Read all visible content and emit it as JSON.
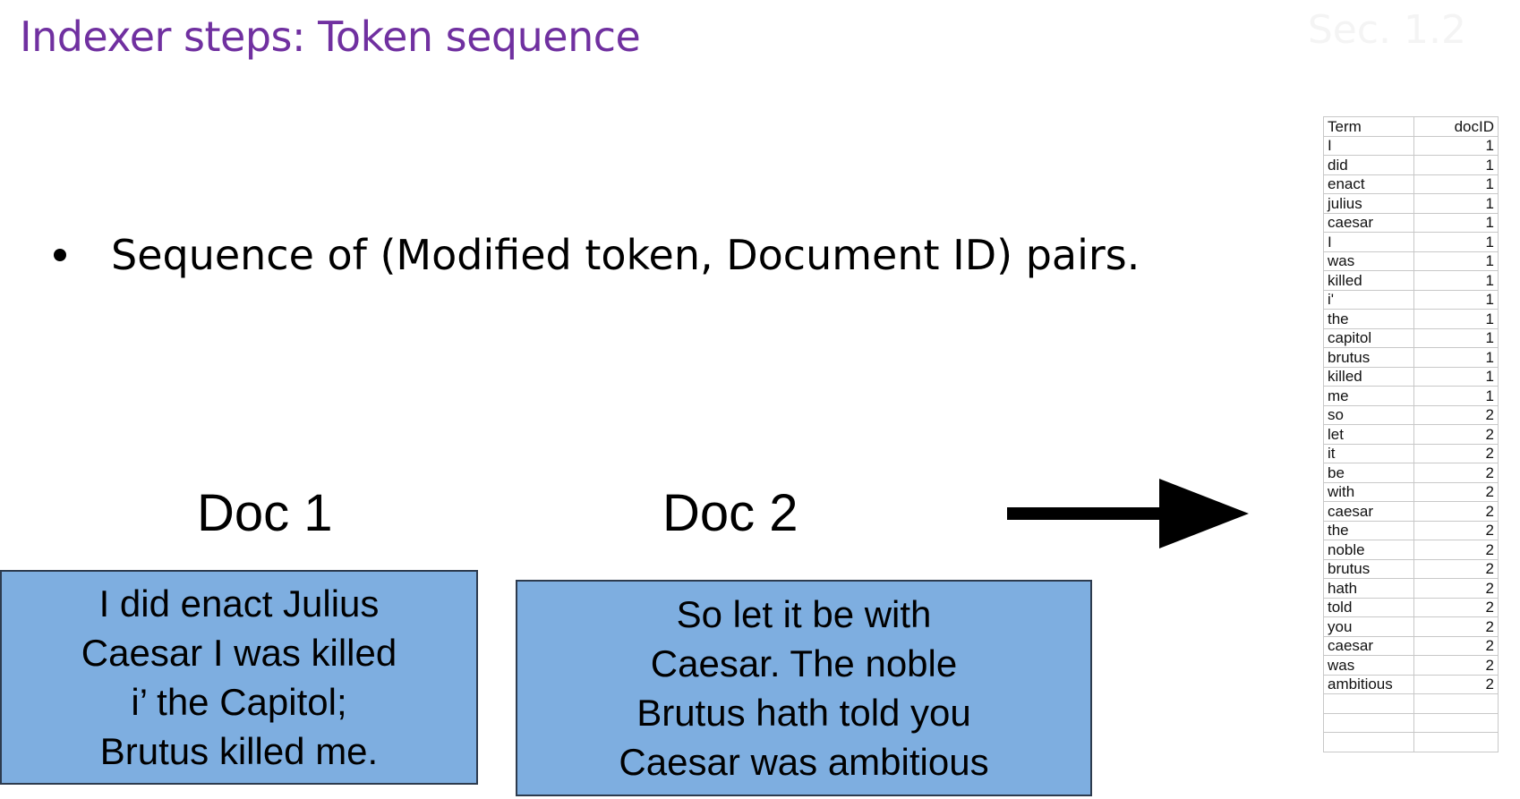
{
  "slide": {
    "title": "Indexer steps: Token sequence",
    "section": "Sec. 1.2",
    "bullet": "Sequence of (Modified token, Document ID) pairs."
  },
  "docs": [
    {
      "heading": "Doc 1",
      "lines": [
        "I did enact Julius",
        "Caesar I was killed",
        "i’ the Capitol;",
        "Brutus killed me."
      ]
    },
    {
      "heading": "Doc 2",
      "lines": [
        "So let it be with",
        "Caesar. The noble",
        "Brutus hath told you",
        "Caesar was ambitious"
      ]
    }
  ],
  "table": {
    "headers": [
      "Term",
      "docID"
    ],
    "rows": [
      [
        "I",
        "1"
      ],
      [
        "did",
        "1"
      ],
      [
        "enact",
        "1"
      ],
      [
        "julius",
        "1"
      ],
      [
        "caesar",
        "1"
      ],
      [
        "I",
        "1"
      ],
      [
        "was",
        "1"
      ],
      [
        "killed",
        "1"
      ],
      [
        "i'",
        "1"
      ],
      [
        "the",
        "1"
      ],
      [
        "capitol",
        "1"
      ],
      [
        "brutus",
        "1"
      ],
      [
        "killed",
        "1"
      ],
      [
        "me",
        "1"
      ],
      [
        "so",
        "2"
      ],
      [
        "let",
        "2"
      ],
      [
        "it",
        "2"
      ],
      [
        "be",
        "2"
      ],
      [
        "with",
        "2"
      ],
      [
        "caesar",
        "2"
      ],
      [
        "the",
        "2"
      ],
      [
        "noble",
        "2"
      ],
      [
        "brutus",
        "2"
      ],
      [
        "hath",
        "2"
      ],
      [
        "told",
        "2"
      ],
      [
        "you",
        "2"
      ],
      [
        "caesar",
        "2"
      ],
      [
        "was",
        "2"
      ],
      [
        "ambitious",
        "2"
      ],
      [
        "",
        ""
      ],
      [
        "",
        ""
      ],
      [
        "",
        ""
      ]
    ]
  },
  "colors": {
    "title": "#7030a0",
    "doc_box_fill": "#7eaee0",
    "doc_box_border": "#2d3b4e"
  }
}
